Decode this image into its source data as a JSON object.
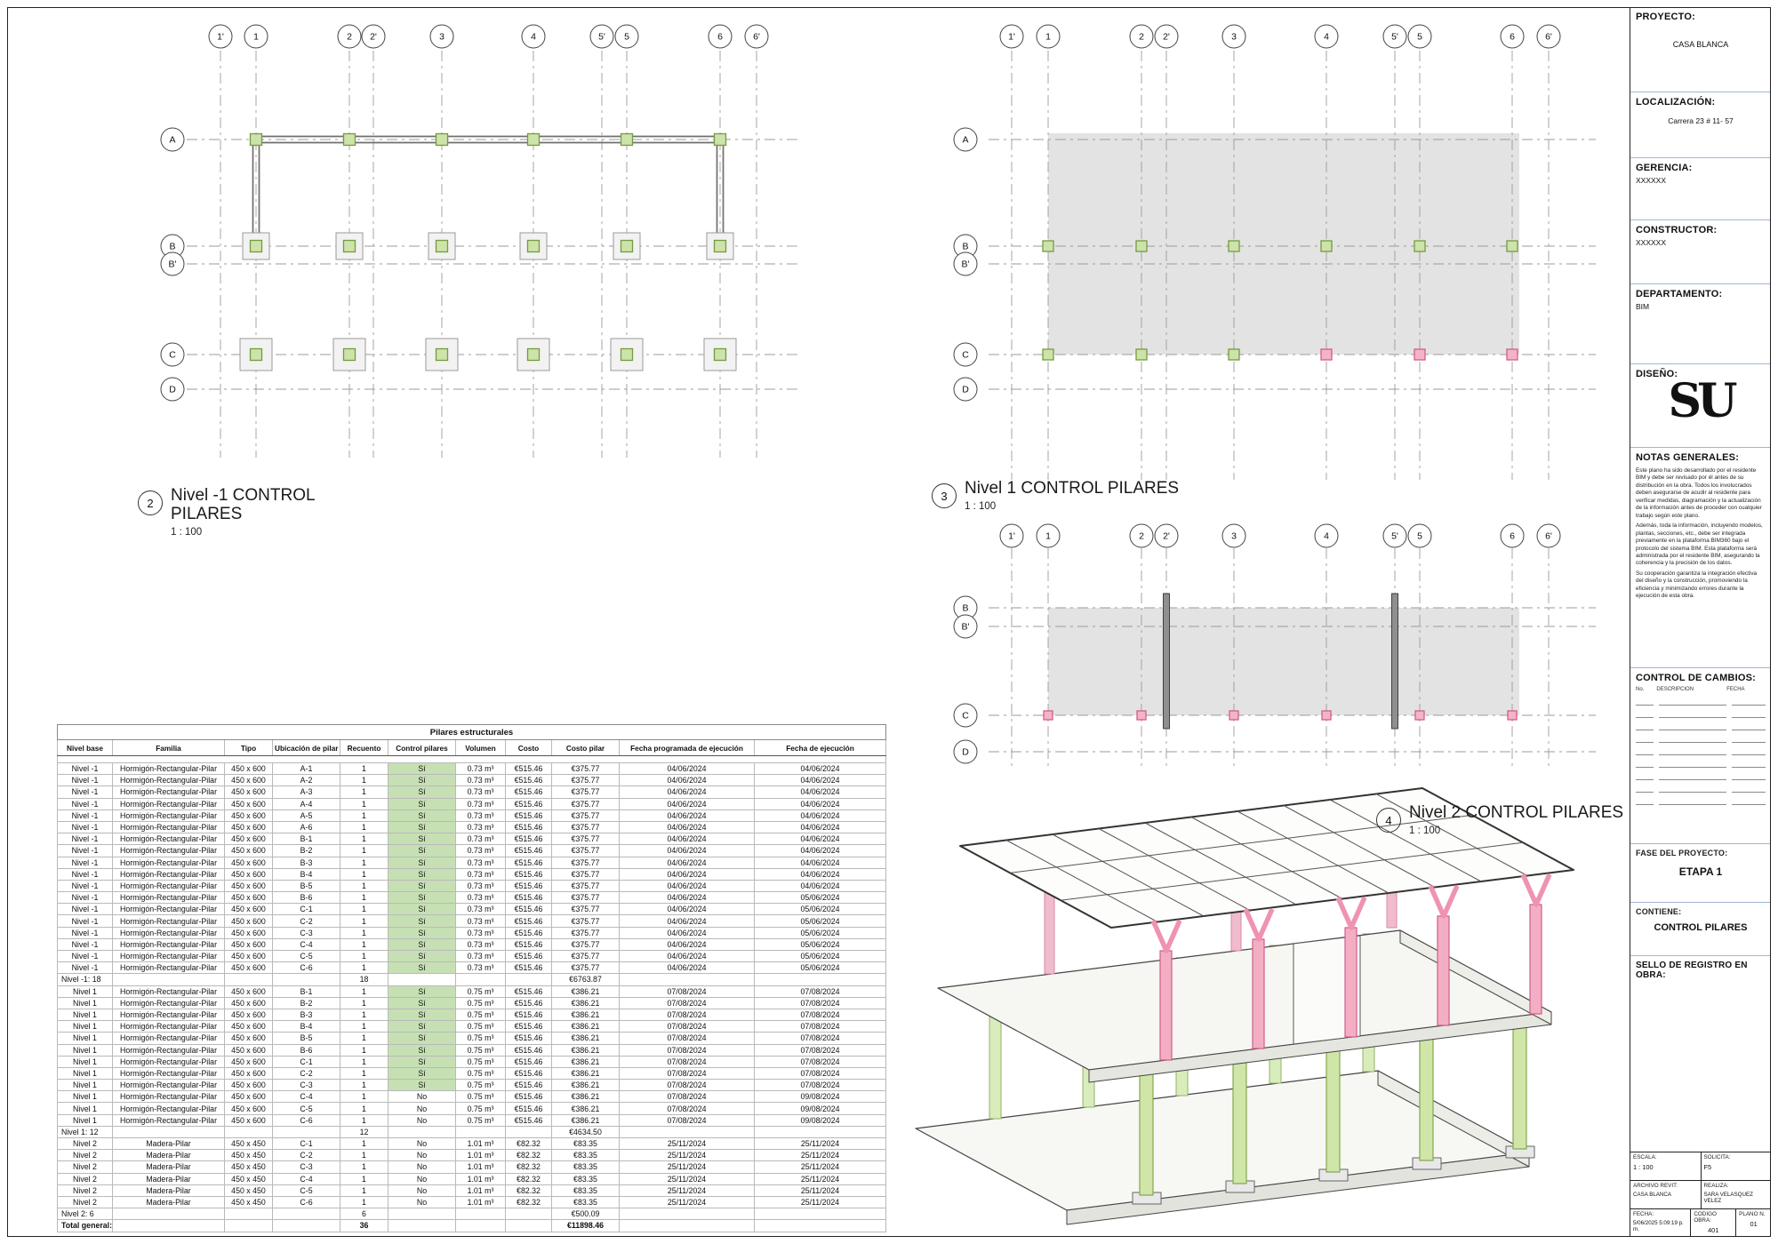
{
  "colors": {
    "green_fill": "#cde3a9",
    "green_stroke": "#759a43",
    "pink_fill": "#f4b3c7",
    "pink_stroke": "#d15f8d",
    "shade": "#e3e3e3",
    "table_green": "#c6e0b4"
  },
  "grid": {
    "column_labels": [
      "1'",
      "1",
      "2",
      "2'",
      "3",
      "4",
      "5'",
      "5",
      "6",
      "6'"
    ],
    "row_labels": [
      "A",
      "B",
      "B'",
      "C",
      "D"
    ]
  },
  "views": [
    {
      "number": "2",
      "title_line1": "Nivel -1 CONTROL",
      "title_line2": "PILARES",
      "scale": "1 : 100"
    },
    {
      "number": "3",
      "title_line1": "Nivel 1 CONTROL PILARES",
      "title_line2": "",
      "scale": "1 : 100"
    },
    {
      "number": "4",
      "title_line1": "Nivel 2 CONTROL PILARES",
      "title_line2": "",
      "scale": "1 : 100"
    }
  ],
  "plans": {
    "nivel_m1": {
      "beams": {
        "row": "A",
        "from": "1",
        "to": "6",
        "drops": [
          "1",
          "6"
        ],
        "drop_to": "B"
      },
      "markers": [
        {
          "row": "A",
          "cols": [
            "1",
            "2",
            "3",
            "4",
            "5",
            "6"
          ],
          "color": "green",
          "size": 13
        },
        {
          "row": "B",
          "cols": [
            "1",
            "2",
            "3",
            "4",
            "5",
            "6"
          ],
          "color": "green",
          "size": 13,
          "footing": 24
        },
        {
          "row": "C",
          "cols": [
            "1",
            "2",
            "3",
            "4",
            "5",
            "6"
          ],
          "color": "green",
          "size": 13,
          "footing": 30
        }
      ]
    },
    "nivel_1": {
      "shaded": true,
      "markers": [
        {
          "row": "B",
          "cols": [
            "1",
            "2",
            "3",
            "4",
            "5",
            "6"
          ],
          "color": "green",
          "size": 12
        },
        {
          "row": "C",
          "cols": [
            "1",
            "2",
            "3"
          ],
          "color": "green",
          "size": 12
        },
        {
          "row": "C",
          "cols": [
            "4",
            "5",
            "6"
          ],
          "color": "pink",
          "size": 12
        }
      ]
    },
    "nivel_2": {
      "shaded": true,
      "walls": [
        "2'",
        "5'"
      ],
      "markers": [
        {
          "row": "C",
          "cols": [
            "1",
            "2",
            "3",
            "4",
            "5",
            "6"
          ],
          "color": "pink",
          "size": 10
        }
      ]
    }
  },
  "table": {
    "title": "Pilares estructurales",
    "headers": [
      "Nivel base",
      "Familia",
      "Tipo",
      "Ubicación de pilar",
      "Recuento",
      "Control pilares",
      "Volumen",
      "Costo",
      "Costo pilar",
      "Fecha programada de ejecución",
      "Fecha de ejecución"
    ],
    "rows": [
      {
        "type": "spacer"
      },
      {
        "type": "data",
        "cells": [
          "Nivel -1",
          "Hormigón-Rectangular-Pilar",
          "450 x 600",
          "A-1",
          "1",
          "Sí",
          "0.73 m³",
          "€515.46",
          "€375.77",
          "04/06/2024",
          "04/06/2024"
        ]
      },
      {
        "type": "data",
        "cells": [
          "Nivel -1",
          "Hormigón-Rectangular-Pilar",
          "450 x 600",
          "A-2",
          "1",
          "Sí",
          "0.73 m³",
          "€515.46",
          "€375.77",
          "04/06/2024",
          "04/06/2024"
        ]
      },
      {
        "type": "data",
        "cells": [
          "Nivel -1",
          "Hormigón-Rectangular-Pilar",
          "450 x 600",
          "A-3",
          "1",
          "Sí",
          "0.73 m³",
          "€515.46",
          "€375.77",
          "04/06/2024",
          "04/06/2024"
        ]
      },
      {
        "type": "data",
        "cells": [
          "Nivel -1",
          "Hormigón-Rectangular-Pilar",
          "450 x 600",
          "A-4",
          "1",
          "Sí",
          "0.73 m³",
          "€515.46",
          "€375.77",
          "04/06/2024",
          "04/06/2024"
        ]
      },
      {
        "type": "data",
        "cells": [
          "Nivel -1",
          "Hormigón-Rectangular-Pilar",
          "450 x 600",
          "A-5",
          "1",
          "Sí",
          "0.73 m³",
          "€515.46",
          "€375.77",
          "04/06/2024",
          "04/06/2024"
        ]
      },
      {
        "type": "data",
        "cells": [
          "Nivel -1",
          "Hormigón-Rectangular-Pilar",
          "450 x 600",
          "A-6",
          "1",
          "Sí",
          "0.73 m³",
          "€515.46",
          "€375.77",
          "04/06/2024",
          "04/06/2024"
        ]
      },
      {
        "type": "data",
        "cells": [
          "Nivel -1",
          "Hormigón-Rectangular-Pilar",
          "450 x 600",
          "B-1",
          "1",
          "Sí",
          "0.73 m³",
          "€515.46",
          "€375.77",
          "04/06/2024",
          "04/06/2024"
        ]
      },
      {
        "type": "data",
        "cells": [
          "Nivel -1",
          "Hormigón-Rectangular-Pilar",
          "450 x 600",
          "B-2",
          "1",
          "Sí",
          "0.73 m³",
          "€515.46",
          "€375.77",
          "04/06/2024",
          "04/06/2024"
        ]
      },
      {
        "type": "data",
        "cells": [
          "Nivel -1",
          "Hormigón-Rectangular-Pilar",
          "450 x 600",
          "B-3",
          "1",
          "Sí",
          "0.73 m³",
          "€515.46",
          "€375.77",
          "04/06/2024",
          "04/06/2024"
        ]
      },
      {
        "type": "data",
        "cells": [
          "Nivel -1",
          "Hormigón-Rectangular-Pilar",
          "450 x 600",
          "B-4",
          "1",
          "Sí",
          "0.73 m³",
          "€515.46",
          "€375.77",
          "04/06/2024",
          "04/06/2024"
        ]
      },
      {
        "type": "data",
        "cells": [
          "Nivel -1",
          "Hormigón-Rectangular-Pilar",
          "450 x 600",
          "B-5",
          "1",
          "Sí",
          "0.73 m³",
          "€515.46",
          "€375.77",
          "04/06/2024",
          "04/06/2024"
        ]
      },
      {
        "type": "data",
        "cells": [
          "Nivel -1",
          "Hormigón-Rectangular-Pilar",
          "450 x 600",
          "B-6",
          "1",
          "Sí",
          "0.73 m³",
          "€515.46",
          "€375.77",
          "04/06/2024",
          "05/06/2024"
        ]
      },
      {
        "type": "data",
        "cells": [
          "Nivel -1",
          "Hormigón-Rectangular-Pilar",
          "450 x 600",
          "C-1",
          "1",
          "Sí",
          "0.73 m³",
          "€515.46",
          "€375.77",
          "04/06/2024",
          "05/06/2024"
        ]
      },
      {
        "type": "data",
        "cells": [
          "Nivel -1",
          "Hormigón-Rectangular-Pilar",
          "450 x 600",
          "C-2",
          "1",
          "Sí",
          "0.73 m³",
          "€515.46",
          "€375.77",
          "04/06/2024",
          "05/06/2024"
        ]
      },
      {
        "type": "data",
        "cells": [
          "Nivel -1",
          "Hormigón-Rectangular-Pilar",
          "450 x 600",
          "C-3",
          "1",
          "Sí",
          "0.73 m³",
          "€515.46",
          "€375.77",
          "04/06/2024",
          "05/06/2024"
        ]
      },
      {
        "type": "data",
        "cells": [
          "Nivel -1",
          "Hormigón-Rectangular-Pilar",
          "450 x 600",
          "C-4",
          "1",
          "Sí",
          "0.73 m³",
          "€515.46",
          "€375.77",
          "04/06/2024",
          "05/06/2024"
        ]
      },
      {
        "type": "data",
        "cells": [
          "Nivel -1",
          "Hormigón-Rectangular-Pilar",
          "450 x 600",
          "C-5",
          "1",
          "Sí",
          "0.73 m³",
          "€515.46",
          "€375.77",
          "04/06/2024",
          "05/06/2024"
        ]
      },
      {
        "type": "data",
        "cells": [
          "Nivel -1",
          "Hormigón-Rectangular-Pilar",
          "450 x 600",
          "C-6",
          "1",
          "Sí",
          "0.73 m³",
          "€515.46",
          "€375.77",
          "04/06/2024",
          "05/06/2024"
        ]
      },
      {
        "type": "subtotal",
        "cells": [
          "Nivel -1: 18",
          "",
          "",
          "",
          "18",
          "",
          "",
          "",
          "€6763.87",
          "",
          ""
        ]
      },
      {
        "type": "data",
        "cells": [
          "Nivel 1",
          "Hormigón-Rectangular-Pilar",
          "450 x 600",
          "B-1",
          "1",
          "Sí",
          "0.75 m³",
          "€515.46",
          "€386.21",
          "07/08/2024",
          "07/08/2024"
        ]
      },
      {
        "type": "data",
        "cells": [
          "Nivel 1",
          "Hormigón-Rectangular-Pilar",
          "450 x 600",
          "B-2",
          "1",
          "Sí",
          "0.75 m³",
          "€515.46",
          "€386.21",
          "07/08/2024",
          "07/08/2024"
        ]
      },
      {
        "type": "data",
        "cells": [
          "Nivel 1",
          "Hormigón-Rectangular-Pilar",
          "450 x 600",
          "B-3",
          "1",
          "Sí",
          "0.75 m³",
          "€515.46",
          "€386.21",
          "07/08/2024",
          "07/08/2024"
        ]
      },
      {
        "type": "data",
        "cells": [
          "Nivel 1",
          "Hormigón-Rectangular-Pilar",
          "450 x 600",
          "B-4",
          "1",
          "Sí",
          "0.75 m³",
          "€515.46",
          "€386.21",
          "07/08/2024",
          "07/08/2024"
        ]
      },
      {
        "type": "data",
        "cells": [
          "Nivel 1",
          "Hormigón-Rectangular-Pilar",
          "450 x 600",
          "B-5",
          "1",
          "Sí",
          "0.75 m³",
          "€515.46",
          "€386.21",
          "07/08/2024",
          "07/08/2024"
        ]
      },
      {
        "type": "data",
        "cells": [
          "Nivel 1",
          "Hormigón-Rectangular-Pilar",
          "450 x 600",
          "B-6",
          "1",
          "Sí",
          "0.75 m³",
          "€515.46",
          "€386.21",
          "07/08/2024",
          "07/08/2024"
        ]
      },
      {
        "type": "data",
        "cells": [
          "Nivel 1",
          "Hormigón-Rectangular-Pilar",
          "450 x 600",
          "C-1",
          "1",
          "Sí",
          "0.75 m³",
          "€515.46",
          "€386.21",
          "07/08/2024",
          "07/08/2024"
        ]
      },
      {
        "type": "data",
        "cells": [
          "Nivel 1",
          "Hormigón-Rectangular-Pilar",
          "450 x 600",
          "C-2",
          "1",
          "Sí",
          "0.75 m³",
          "€515.46",
          "€386.21",
          "07/08/2024",
          "07/08/2024"
        ]
      },
      {
        "type": "data",
        "cells": [
          "Nivel 1",
          "Hormigón-Rectangular-Pilar",
          "450 x 600",
          "C-3",
          "1",
          "Sí",
          "0.75 m³",
          "€515.46",
          "€386.21",
          "07/08/2024",
          "07/08/2024"
        ]
      },
      {
        "type": "data",
        "cells": [
          "Nivel 1",
          "Hormigón-Rectangular-Pilar",
          "450 x 600",
          "C-4",
          "1",
          "No",
          "0.75 m³",
          "€515.46",
          "€386.21",
          "07/08/2024",
          "09/08/2024"
        ]
      },
      {
        "type": "data",
        "cells": [
          "Nivel 1",
          "Hormigón-Rectangular-Pilar",
          "450 x 600",
          "C-5",
          "1",
          "No",
          "0.75 m³",
          "€515.46",
          "€386.21",
          "07/08/2024",
          "09/08/2024"
        ]
      },
      {
        "type": "data",
        "cells": [
          "Nivel 1",
          "Hormigón-Rectangular-Pilar",
          "450 x 600",
          "C-6",
          "1",
          "No",
          "0.75 m³",
          "€515.46",
          "€386.21",
          "07/08/2024",
          "09/08/2024"
        ]
      },
      {
        "type": "subtotal",
        "cells": [
          "Nivel 1: 12",
          "",
          "",
          "",
          "12",
          "",
          "",
          "",
          "€4634.50",
          "",
          ""
        ]
      },
      {
        "type": "data",
        "cells": [
          "Nivel 2",
          "Madera-Pilar",
          "450 x 450",
          "C-1",
          "1",
          "No",
          "1.01 m³",
          "€82.32",
          "€83.35",
          "25/11/2024",
          "25/11/2024"
        ]
      },
      {
        "type": "data",
        "cells": [
          "Nivel 2",
          "Madera-Pilar",
          "450 x 450",
          "C-2",
          "1",
          "No",
          "1.01 m³",
          "€82.32",
          "€83.35",
          "25/11/2024",
          "25/11/2024"
        ]
      },
      {
        "type": "data",
        "cells": [
          "Nivel 2",
          "Madera-Pilar",
          "450 x 450",
          "C-3",
          "1",
          "No",
          "1.01 m³",
          "€82.32",
          "€83.35",
          "25/11/2024",
          "25/11/2024"
        ]
      },
      {
        "type": "data",
        "cells": [
          "Nivel 2",
          "Madera-Pilar",
          "450 x 450",
          "C-4",
          "1",
          "No",
          "1.01 m³",
          "€82.32",
          "€83.35",
          "25/11/2024",
          "25/11/2024"
        ]
      },
      {
        "type": "data",
        "cells": [
          "Nivel 2",
          "Madera-Pilar",
          "450 x 450",
          "C-5",
          "1",
          "No",
          "1.01 m³",
          "€82.32",
          "€83.35",
          "25/11/2024",
          "25/11/2024"
        ]
      },
      {
        "type": "data",
        "cells": [
          "Nivel 2",
          "Madera-Pilar",
          "450 x 450",
          "C-6",
          "1",
          "No",
          "1.01 m³",
          "€82.32",
          "€83.35",
          "25/11/2024",
          "25/11/2024"
        ]
      },
      {
        "type": "subtotal",
        "cells": [
          "Nivel 2: 6",
          "",
          "",
          "",
          "6",
          "",
          "",
          "",
          "€500.09",
          "",
          ""
        ]
      },
      {
        "type": "total",
        "cells": [
          "Total general: 36",
          "",
          "",
          "",
          "36",
          "",
          "",
          "",
          "€11898.46",
          "",
          ""
        ]
      }
    ]
  },
  "title_block": {
    "proyecto_label": "PROYECTO:",
    "proyecto_value": "CASA BLANCA",
    "localizacion_label": "LOCALIZACIÓN:",
    "localizacion_value": "Carrera 23 # 11- 57",
    "gerencia_label": "GERENCIA:",
    "gerencia_value": "XXXXXX",
    "constructor_label": "CONSTRUCTOR:",
    "constructor_value": "XXXXXX",
    "departamento_label": "DEPARTAMENTO:",
    "departamento_value": "BIM",
    "diseno_label": "DISEÑO:",
    "diseno_logo": "SU",
    "notas_label": "NOTAS GENERALES:",
    "notas_paragraphs": [
      "Este plano ha sido desarrollado por el residente BIM y debe ser revisado por él antes de su distribución en la obra. Todos los involucrados deben asegurarse de acudir al residente para verificar medidas, diagramación y la actualización de la información antes de proceder con cualquier trabajo según este plano.",
      "Además, toda la información, incluyendo modelos, plantas, secciones, etc., debe ser integrada previamente en la plataforma BIM360 bajo el protocolo del sistema BIM. Esta plataforma será administrada por el residente BIM, asegurando la coherencia y la precisión de los datos.",
      "Su cooperación garantiza la integración efectiva del diseño y la construcción, promoviendo la eficiencia y minimizando errores durante la ejecución de esta obra."
    ],
    "cambios_label": "CONTROL DE CAMBIOS:",
    "cambios_headers": [
      "No.",
      "DESCRIPCION",
      "FECHA"
    ],
    "fase_label": "FASE DEL PROYECTO:",
    "fase_value": "ETAPA 1",
    "contiene_label": "CONTIENE:",
    "contiene_value": "CONTROL PILARES",
    "sello_label": "SELLO DE REGISTRO EN OBRA:",
    "escala_label": "ESCALA:",
    "escala_value": "1 : 100",
    "solicita_label": "SOLICITA:",
    "solicita_value": "F5",
    "archivo_label": "ARCHIVO REVIT:",
    "archivo_value": "CASA BLANCA",
    "realiza_label": "REALIZA:",
    "realiza_value": "SARA VELASQUEZ VELEZ",
    "fecha_label": "FECHA:",
    "fecha_value": "5/06/2025 5:09:19 p. m.",
    "codigo_label": "CODIGO OBRA:",
    "codigo_value": "401",
    "plano_label": "PLANO N.",
    "plano_value": "01"
  }
}
